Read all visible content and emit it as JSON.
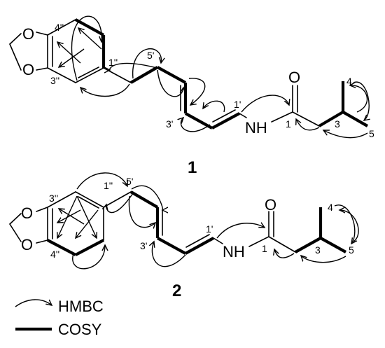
{
  "compound_1": {
    "number": "1",
    "atoms": {
      "o_top": "O",
      "o_bottom": "O",
      "nh": "NH",
      "o_carbonyl": "O"
    },
    "labels": {
      "c4pp": "4''",
      "c3pp": "3''",
      "c1pp": "1''",
      "c5p": "5'",
      "c3p": "3'",
      "c1p_top": "1'",
      "c1_amide": "1",
      "c3": "3",
      "c4": "4",
      "c5": "5"
    }
  },
  "compound_2": {
    "number": "2",
    "atoms": {
      "o_top": "O",
      "o_bottom": "O",
      "nh": "NH",
      "o_carbonyl": "O"
    },
    "labels": {
      "c3pp": "3''",
      "c4pp": "4''",
      "c1pp": "1''",
      "c5p": "5'",
      "c3p": "3'",
      "c1p_top": "1'",
      "c1_amide": "1",
      "c3": "3",
      "c4": "4",
      "c5": "5"
    }
  },
  "legend": {
    "hmbc": "HMBC",
    "cosy": "COSY"
  }
}
